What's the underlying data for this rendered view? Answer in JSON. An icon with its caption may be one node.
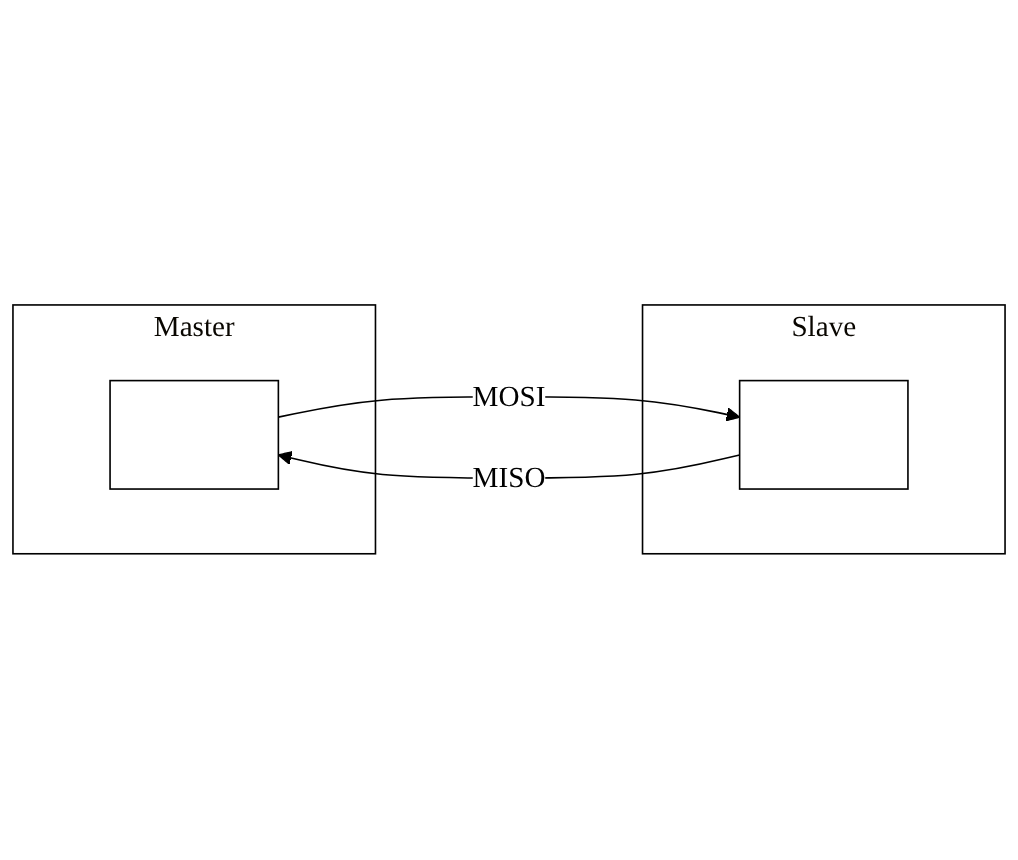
{
  "diagram": {
    "nodes": [
      {
        "text": [
          "Master"
        ]
      },
      {
        "text": [],
        "shape": "box",
        "in": 0
      },
      {
        "text": [
          "Slave"
        ]
      },
      {
        "text": [],
        "shape": "box",
        "in": 2
      }
    ],
    "edges": [
      {
        "from": 1,
        "to": 3,
        "arrow": "to",
        "label": "MOSI"
      },
      {
        "from": 3,
        "to": 1,
        "arrow": "to",
        "label": "MISO"
      }
    ]
  }
}
